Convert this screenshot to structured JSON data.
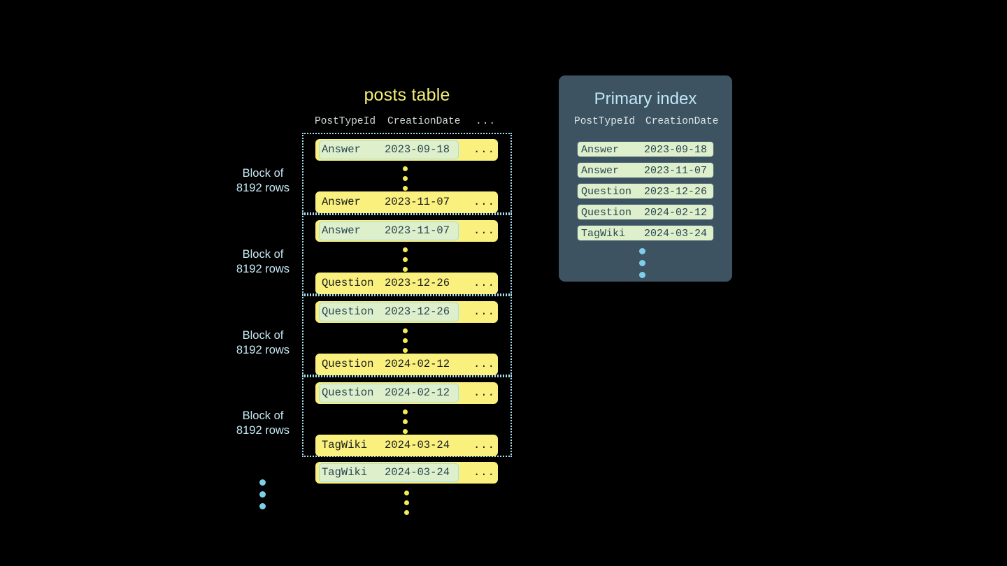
{
  "diagram": {
    "background_color": "#000000",
    "accent_yellow": "#f9f07e",
    "accent_blue": "#a9dced",
    "panel_slate": "#3d5362",
    "highlight_green": "#ddf0cb"
  },
  "posts_table": {
    "title": "posts table",
    "columns": {
      "post_type_id": "PostTypeId",
      "creation_date": "CreationDate",
      "more": "..."
    },
    "row_more": "...",
    "blocks": [
      {
        "label_line1": "Block of",
        "label_line2": "8192 rows",
        "first_row": {
          "post_type_id": "Answer",
          "creation_date": "2023-09-18",
          "highlighted": true
        },
        "last_row": {
          "post_type_id": "Answer",
          "creation_date": "2023-11-07",
          "highlighted": false
        }
      },
      {
        "label_line1": "Block of",
        "label_line2": "8192 rows",
        "first_row": {
          "post_type_id": "Answer",
          "creation_date": "2023-11-07",
          "highlighted": true
        },
        "last_row": {
          "post_type_id": "Question",
          "creation_date": "2023-12-26",
          "highlighted": false
        }
      },
      {
        "label_line1": "Block of",
        "label_line2": "8192 rows",
        "first_row": {
          "post_type_id": "Question",
          "creation_date": "2023-12-26",
          "highlighted": true
        },
        "last_row": {
          "post_type_id": "Question",
          "creation_date": "2024-02-12",
          "highlighted": false
        }
      },
      {
        "label_line1": "Block of",
        "label_line2": "8192 rows",
        "first_row": {
          "post_type_id": "Question",
          "creation_date": "2024-02-12",
          "highlighted": true
        },
        "last_row": {
          "post_type_id": "TagWiki",
          "creation_date": "2024-03-24",
          "highlighted": false
        }
      }
    ],
    "trailing_row": {
      "post_type_id": "TagWiki",
      "creation_date": "2024-03-24",
      "highlighted": true
    }
  },
  "primary_index": {
    "title": "Primary index",
    "columns": {
      "post_type_id": "PostTypeId",
      "creation_date": "CreationDate"
    },
    "rows": [
      {
        "post_type_id": "Answer",
        "creation_date": "2023-09-18"
      },
      {
        "post_type_id": "Answer",
        "creation_date": "2023-11-07"
      },
      {
        "post_type_id": "Question",
        "creation_date": "2023-12-26"
      },
      {
        "post_type_id": "Question",
        "creation_date": "2024-02-12"
      },
      {
        "post_type_id": "TagWiki",
        "creation_date": "2024-03-24"
      }
    ]
  }
}
